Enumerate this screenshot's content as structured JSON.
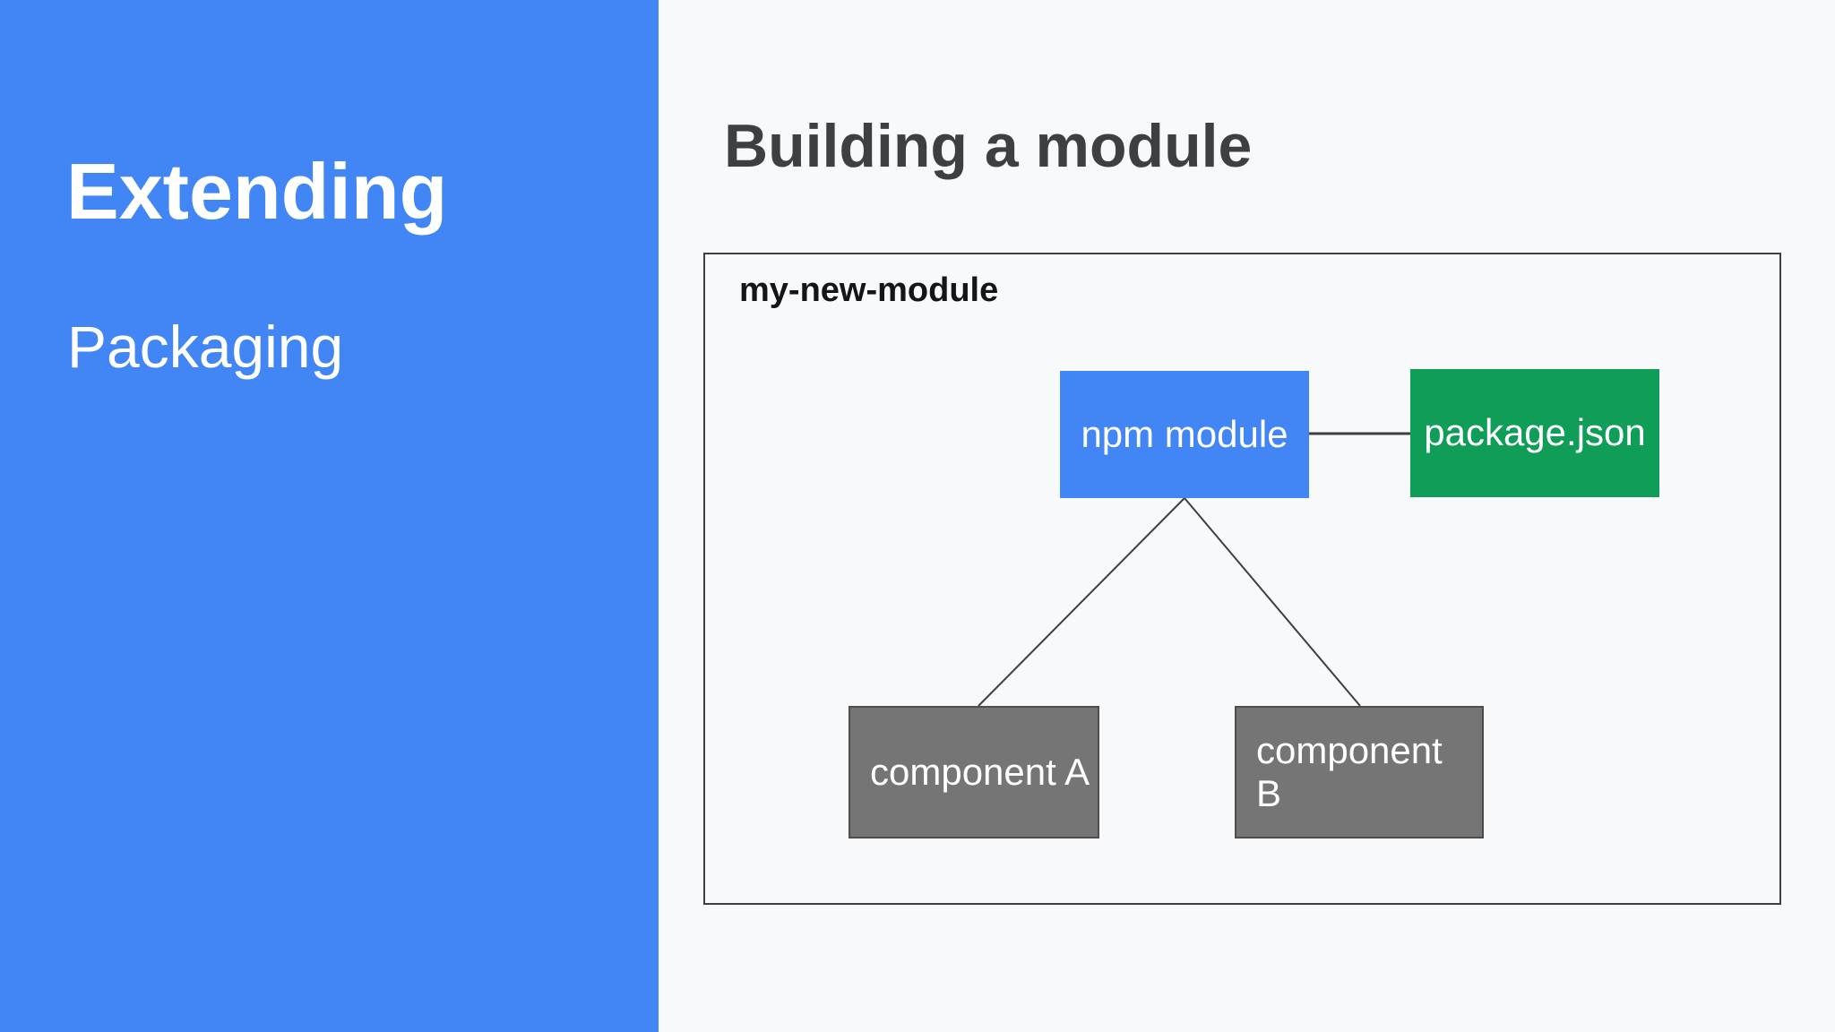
{
  "sidebar": {
    "title": "Extending",
    "subtitle": "Packaging",
    "background": "#4285f4",
    "text_color": "#ffffff"
  },
  "main": {
    "heading": "Building a module",
    "heading_color": "#3c4043",
    "background": "#f8f9fa"
  },
  "diagram": {
    "container_label": "my-new-module",
    "border_color": "#3c4043",
    "nodes": [
      {
        "id": "npm-module",
        "label": "npm module",
        "color": "#4285f4",
        "text_color": "#ffffff"
      },
      {
        "id": "package-json",
        "label": "package.json",
        "color": "#0f9d58",
        "text_color": "#ffffff"
      },
      {
        "id": "component-a",
        "label": "component A",
        "color": "#757575",
        "text_color": "#ffffff"
      },
      {
        "id": "component-b",
        "label": "component B",
        "color": "#757575",
        "text_color": "#ffffff"
      }
    ],
    "edges": [
      {
        "from": "npm-module",
        "to": "package-json"
      },
      {
        "from": "npm-module",
        "to": "component-a"
      },
      {
        "from": "npm-module",
        "to": "component-b"
      }
    ]
  }
}
